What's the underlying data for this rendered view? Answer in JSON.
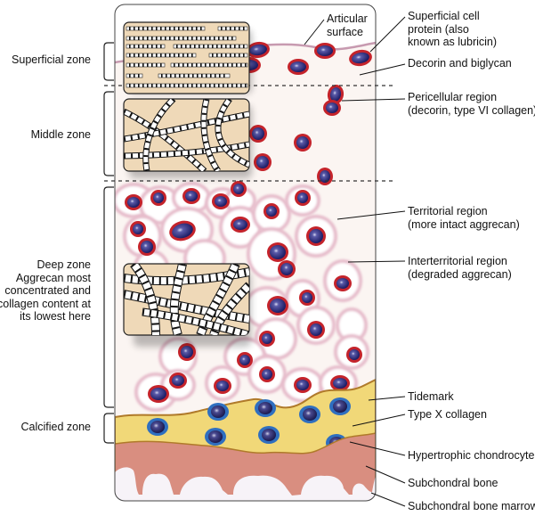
{
  "zones": [
    {
      "id": "superficial",
      "label": "Superficial zone"
    },
    {
      "id": "middle",
      "label": "Middle zone"
    },
    {
      "id": "deep",
      "lines": [
        "Deep zone",
        "Aggrecan most",
        "concentrated and",
        "collagen content at",
        "its lowest here"
      ]
    },
    {
      "id": "calcified",
      "label": "Calcified zone"
    }
  ],
  "annotations": {
    "articular_surface": [
      "Articular",
      "surface"
    ],
    "superficial_protein": [
      "Superficial cell",
      "protein (also",
      "known as lubricin)"
    ],
    "decorin": [
      "Decorin and biglycan"
    ],
    "pericellular": [
      "Pericellular region",
      "(decorin, type VI collagen)"
    ],
    "territorial": [
      "Territorial region",
      "(more intact aggrecan)"
    ],
    "interterritorial": [
      "Interterritorial region",
      "(degraded aggrecan)"
    ],
    "tidemark": [
      "Tidemark"
    ],
    "type_x": [
      "Type X collagen"
    ],
    "hypertrophic": [
      "Hypertrophic chondrocyte"
    ],
    "subchondral_bone": [
      "Subchondral bone"
    ],
    "marrow": [
      "Subchondral bone marrow"
    ]
  },
  "colors": {
    "matrix": "#fbf5f2",
    "cell_rim": "#c4232b",
    "nucleus": "#2a2a7a",
    "halo": "#e6bccb",
    "calcified": "#f1d878",
    "tidemark": "#b07a2a",
    "bone": "#d98e80",
    "marrow": "#f7f3f8",
    "hyper_rim": "#2f6fc0",
    "collagen_bg": "#efd9b8"
  }
}
